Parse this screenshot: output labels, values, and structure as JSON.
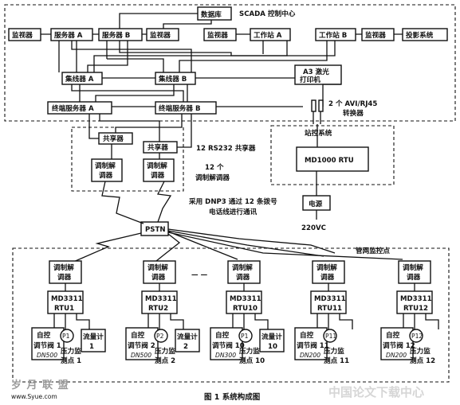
{
  "figure": {
    "caption": "图 1   系统构成图"
  },
  "scada": {
    "title": "SCADA 控制中心",
    "database": "数据库",
    "monitor_1": "监视器",
    "server_a": "服务器 A",
    "server_b": "服务器 B",
    "monitor_2": "监视器",
    "monitor_3": "监视器",
    "workstation_a": "工作站 A",
    "workstation_b": "工作站 B",
    "monitor_4": "监视器",
    "projection": "投影系统",
    "hub_a": "集线器 A",
    "hub_b": "集线器 B",
    "printer_line1": "A3 激光",
    "printer_line2": "打印机",
    "term_server_a": "终端服务器 A",
    "term_server_b": "终端服务器 B",
    "converter_label_1": "2 个 AVI/RJ45",
    "converter_label_2": "转换器",
    "sharer_1": "共享器",
    "sharer_2": "共享器",
    "sharer_note": "12 RS232 共享器",
    "modem_1": [
      "调制解",
      "调器"
    ],
    "modem_2": [
      "调制解",
      "调器"
    ],
    "modem_note": [
      "12 个",
      "调制解调器"
    ]
  },
  "station": {
    "title": "站控系统",
    "rtu": "MD1000 RTU",
    "power": "电源",
    "voltage": "220VC"
  },
  "network": {
    "pstn": "PSTN",
    "note_line1": "采用 DNP3 通过 12 条拨号",
    "note_line2": "电话线进行通讯"
  },
  "field": {
    "title": "管网监控点",
    "dash_marks": "— —",
    "units": [
      {
        "modem": [
          "调制解",
          "调器"
        ],
        "rtu": [
          "MD3311",
          "RTU1"
        ],
        "valve": [
          "自控",
          "调节阀 1",
          "DN500"
        ],
        "pressure": "P1",
        "pressure_label": [
          "压力监",
          "测点 1"
        ],
        "flow": [
          "流量计",
          "1"
        ]
      },
      {
        "modem": [
          "调制解",
          "调器"
        ],
        "rtu": [
          "MD3311",
          "RTU2"
        ],
        "valve": [
          "自控",
          "调节阀 2",
          "DN500"
        ],
        "pressure": "P2",
        "pressure_label": [
          "压力监",
          "测点 2"
        ],
        "flow": [
          "流量计",
          "2"
        ]
      },
      {
        "modem": [
          "调制解",
          "调器"
        ],
        "rtu": [
          "MD3311",
          "RTU10"
        ],
        "valve": [
          "自控",
          "调节阀 10",
          "DN300"
        ],
        "pressure": "P1",
        "pressure_label": [
          "压力监",
          "测点 10"
        ],
        "flow": [
          "流量计",
          "10"
        ]
      },
      {
        "modem": [
          "调制解",
          "调器"
        ],
        "rtu": [
          "MD3311",
          "RTU11"
        ],
        "valve": [
          "自控",
          "调节阀 11",
          "DN200"
        ],
        "pressure": "P11",
        "pressure_label": [
          "压力监",
          "测点 11"
        ],
        "flow": null
      },
      {
        "modem": [
          "调制解",
          "调器"
        ],
        "rtu": [
          "MD3311",
          "RTU12"
        ],
        "valve": [
          "自控",
          "调节阀 12",
          "DN200"
        ],
        "pressure": "P12",
        "pressure_label": [
          "压力监",
          "测点 12"
        ],
        "flow": null
      }
    ]
  },
  "watermark": {
    "left_line1": "岁 月 联 盟",
    "left_line2": "www.Syue.com",
    "right": "中国论文下载中心"
  }
}
